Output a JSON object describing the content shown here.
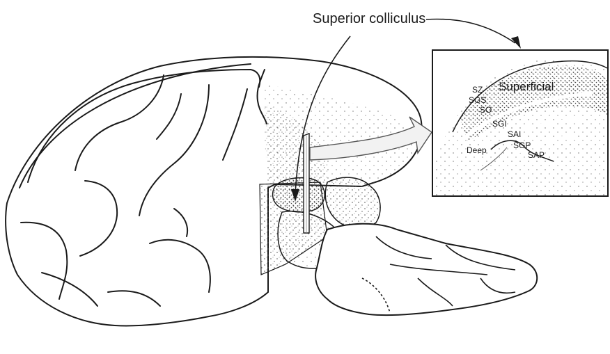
{
  "diagram": {
    "main_label": "Superior colliculus",
    "inset": {
      "region_superficial": "Superficial",
      "region_deep": "Deep",
      "layers": [
        "SZ",
        "SGS",
        "SO",
        "SGI",
        "SAI",
        "SGP",
        "SAP"
      ]
    },
    "colors": {
      "ink": "#1a1a1a",
      "stipple": "#555555",
      "background": "#ffffff"
    }
  }
}
